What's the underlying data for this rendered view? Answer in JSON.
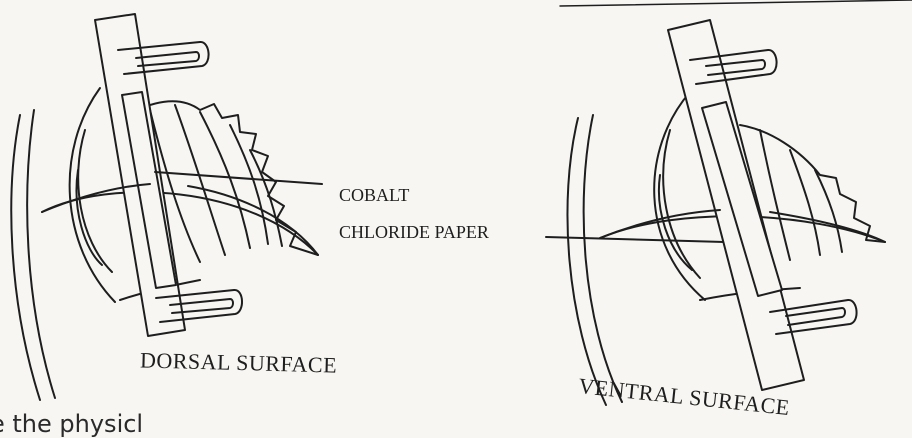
{
  "labels": {
    "cobalt": "COBALT",
    "chloride_paper": "CHLORIDE PAPER",
    "dorsal": "DORSAL SURFACE",
    "ventral": "VENTRAL SURFACE",
    "bottom_text": "e the physicl"
  },
  "colors": {
    "ink": "#1e1e1e",
    "paper": "#f7f6f3"
  }
}
